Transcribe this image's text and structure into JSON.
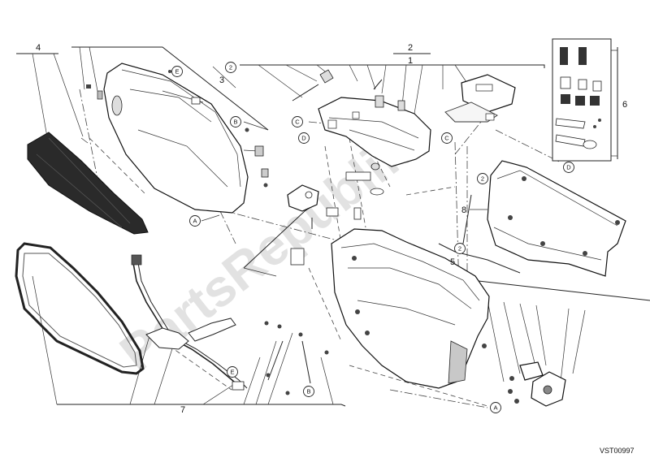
{
  "diagram": {
    "callouts": {
      "c1": "1",
      "c2": "2",
      "c3": "3",
      "c4": "4",
      "c5": "5",
      "c6": "6",
      "c7": "7",
      "c8": "8"
    },
    "circled": {
      "two_a": "2",
      "two_b": "2",
      "two_c": "2",
      "a1": "A",
      "a2": "A",
      "b1": "B",
      "b2": "B",
      "c1": "C",
      "c2": "C",
      "d1": "D",
      "d2": "D",
      "e1": "E",
      "e2": "E"
    },
    "watermark": "PartsRepublik",
    "drawing_code": "VST00997"
  }
}
